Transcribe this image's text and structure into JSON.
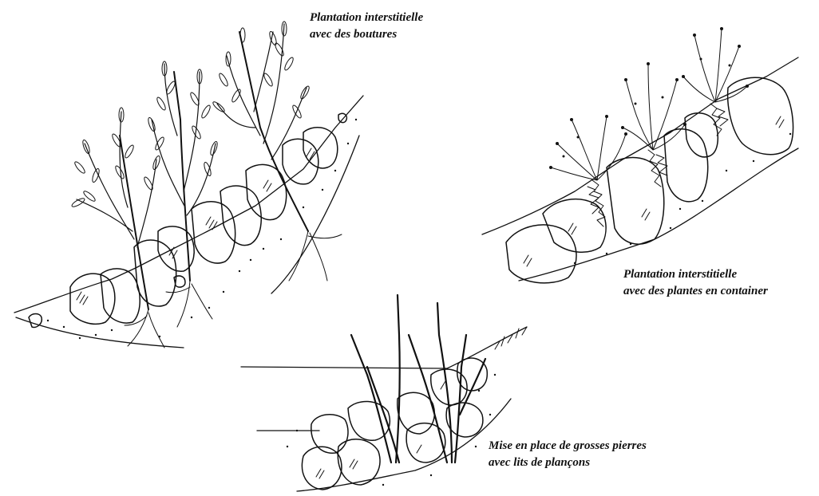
{
  "figures": [
    {
      "id": "cuttings",
      "caption_lines": [
        "Plantation interstitielle",
        "avec des boutures"
      ]
    },
    {
      "id": "container",
      "caption_lines": [
        "Plantation interstitielle",
        "avec des plantes en container"
      ]
    },
    {
      "id": "boulders",
      "caption_lines": [
        "Mise en place de grosses pierres",
        "avec lits de plançons"
      ]
    }
  ],
  "colors": {
    "ink": "#111111",
    "background": "#ffffff"
  }
}
